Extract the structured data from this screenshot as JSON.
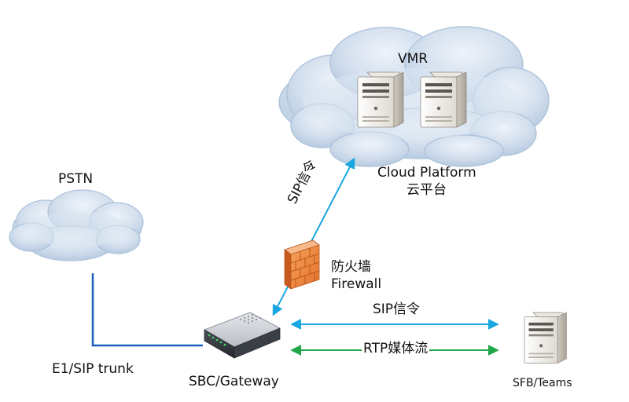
{
  "nodes": {
    "pstn": "PSTN",
    "vmr": "VMR",
    "cloud_platform_en": "Cloud Platform",
    "cloud_platform_zh": "云平台",
    "firewall_zh": "防火墙",
    "firewall_en": "Firewall",
    "sbc_gateway": "SBC/Gateway",
    "sfb_teams": "SFB/Teams"
  },
  "links": {
    "e1_sip_trunk": "E1/SIP trunk",
    "sip_to_cloud": "SIP信令",
    "sip_to_teams": "SIP信令",
    "rtp_to_teams": "RTP媒体流"
  },
  "colors": {
    "cloud_fill": "#c7d6e8",
    "cloud_edge": "#aec3db",
    "trunk_line": "#1f5fbf",
    "sip_arrow": "#1aa7e0",
    "rtp_arrow": "#22a64a",
    "firewall": "#f08a3c"
  },
  "icons": {
    "server": "server-tower-icon",
    "gateway": "network-gateway-icon",
    "firewall": "brick-wall-icon",
    "cloud": "cloud-icon"
  }
}
